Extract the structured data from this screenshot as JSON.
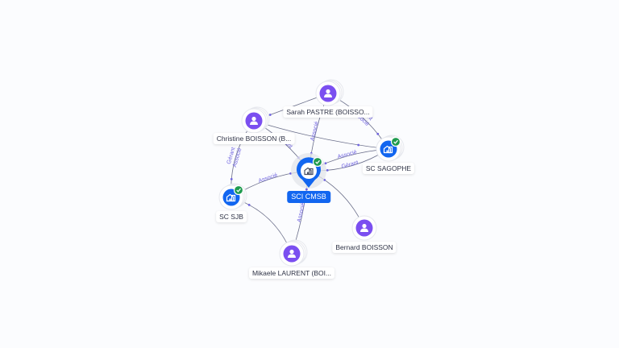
{
  "colors": {
    "background": "#fbfcfe",
    "person": "#7b4ff0",
    "company": "#1266f0",
    "verified": "#1f9b4e",
    "edge_label": "#6f63e0",
    "edge": "#6b6f8a"
  },
  "center": {
    "id": "sci",
    "label": "SCI CMSB",
    "icon": "building-icon",
    "verified": true
  },
  "nodes": [
    {
      "id": "sarah",
      "label": "Sarah PASTRE (BOISSO...",
      "type": "person",
      "icon": "person-icon",
      "stacked": true
    },
    {
      "id": "christine",
      "label": "Christine BOISSON (B...",
      "type": "person",
      "icon": "person-icon",
      "stacked": true
    },
    {
      "id": "sagophe",
      "label": "SC SAGOPHE",
      "type": "company",
      "icon": "building-icon",
      "verified": true,
      "stacked": true
    },
    {
      "id": "sjb",
      "label": "SC SJB",
      "type": "company",
      "icon": "building-icon",
      "verified": true,
      "stacked": true
    },
    {
      "id": "bernard",
      "label": "Bernard BOISSON",
      "type": "person",
      "icon": "person-icon",
      "stacked": false
    },
    {
      "id": "mikaele",
      "label": "Mikaele LAURENT (BOI...",
      "type": "person",
      "icon": "person-icon",
      "stacked": true
    }
  ],
  "edges": [
    {
      "from": "christine",
      "to": "sjb",
      "labels": [
        "Gérant",
        "Associé"
      ]
    },
    {
      "from": "christine",
      "to": "sci",
      "labels": [
        "Gérant"
      ]
    },
    {
      "from": "christine",
      "to": "sagophe",
      "labels": []
    },
    {
      "from": "sarah",
      "to": "sci",
      "labels": [
        "Associé"
      ]
    },
    {
      "from": "sarah",
      "to": "sagophe",
      "labels": [
        "Gérant",
        "Associé"
      ]
    },
    {
      "from": "sarah",
      "to": "christine",
      "labels": []
    },
    {
      "from": "sjb",
      "to": "sci",
      "labels": [
        "Associé"
      ]
    },
    {
      "from": "sagophe",
      "to": "sci",
      "labels": [
        "Associé"
      ]
    },
    {
      "from": "sagophe",
      "to": "sci",
      "labels": [
        "Gérant"
      ]
    },
    {
      "from": "mikaele",
      "to": "sci",
      "labels": [
        "Associé"
      ]
    },
    {
      "from": "bernard",
      "to": "sci",
      "labels": []
    },
    {
      "from": "mikaele",
      "to": "sjb",
      "labels": []
    }
  ]
}
